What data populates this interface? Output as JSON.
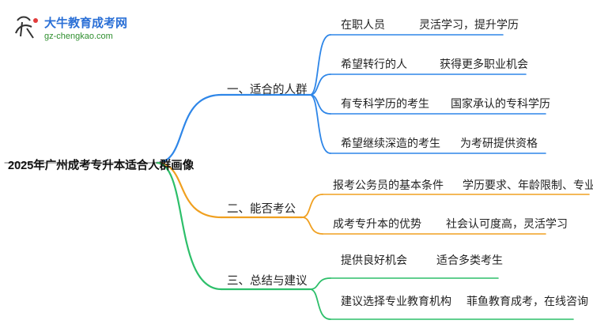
{
  "logo": {
    "name": "大牛教育成考网",
    "url": "gz-chengkao.com"
  },
  "root": {
    "label": "2025年广州成考专升本适合人群画像"
  },
  "branches": [
    {
      "label": "一、适合的人群",
      "color": "#2e86e8",
      "leaves": [
        {
          "topic": "在职人员",
          "detail": "灵活学习，提升学历"
        },
        {
          "topic": "希望转行的人",
          "detail": "获得更多职业机会"
        },
        {
          "topic": "有专科学历的考生",
          "detail": "国家承认的专科学历"
        },
        {
          "topic": "希望继续深造的考生",
          "detail": "为考研提供资格"
        }
      ]
    },
    {
      "label": "二、能否考公",
      "color": "#f0a020",
      "leaves": [
        {
          "topic": "报考公务员的基本条件",
          "detail": "学历要求、年龄限制、专业对口"
        },
        {
          "topic": "成考专升本的优势",
          "detail": "社会认可度高，灵活学习"
        }
      ]
    },
    {
      "label": "三、总结与建议",
      "color": "#2dbf6a",
      "leaves": [
        {
          "topic": "提供良好机会",
          "detail": "适合多类考生"
        },
        {
          "topic": "建议选择专业教育机构",
          "detail": "菲鱼教育成考，在线咨询"
        }
      ]
    }
  ]
}
